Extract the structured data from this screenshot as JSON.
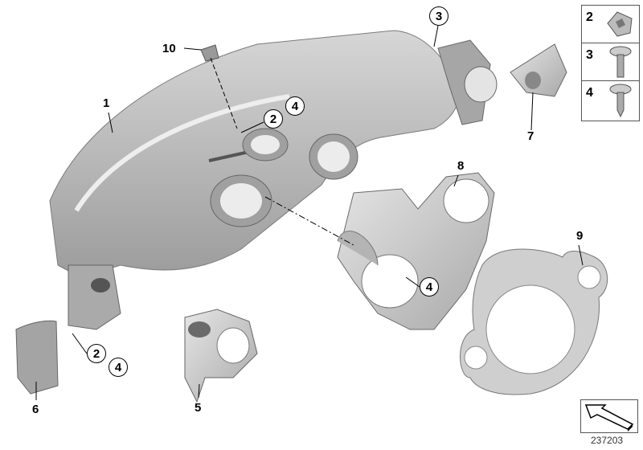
{
  "diagram": {
    "callouts": {
      "c1": "1",
      "c10": "10",
      "c3": "3",
      "c2a": "2",
      "c4a": "4",
      "c7": "7",
      "c8": "8",
      "c9": "9",
      "c4b": "4",
      "c2b": "2",
      "c4c": "4",
      "c6": "6",
      "c5": "5"
    },
    "legend": [
      {
        "number": "2",
        "part": "clip-nut-icon"
      },
      {
        "number": "3",
        "part": "screw-icon"
      },
      {
        "number": "4",
        "part": "tapping-screw-icon"
      }
    ],
    "diagram_number": "237203",
    "colors": {
      "part_fill": "#b9b9b9",
      "part_dark": "#8e8e8e",
      "part_light": "#dedede"
    }
  }
}
